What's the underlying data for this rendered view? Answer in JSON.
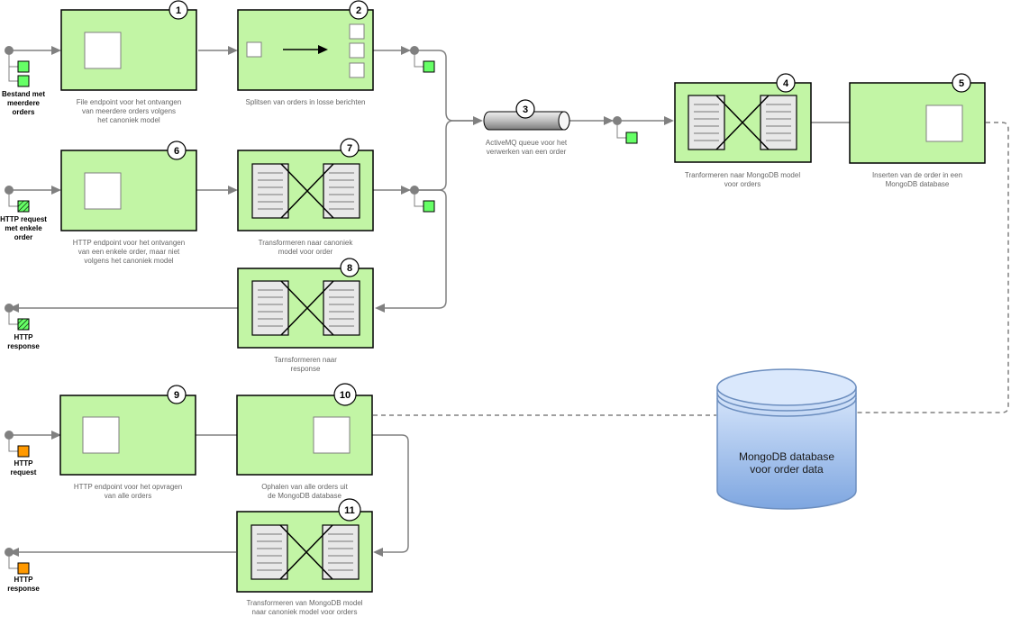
{
  "nodes": [
    {
      "id": "n1",
      "number": "1",
      "caption": [
        "File endpoint voor het ontvangen",
        "van meerdere orders volgens",
        "het canoniek model"
      ]
    },
    {
      "id": "n2",
      "number": "2",
      "caption": [
        "Splitsen van orders in losse berichten"
      ]
    },
    {
      "id": "n3",
      "number": "3",
      "caption": [
        "ActiveMQ queue voor het",
        "verwerken van een order"
      ]
    },
    {
      "id": "n4",
      "number": "4",
      "caption": [
        "Tranformeren naar MongoDB model",
        "voor orders"
      ]
    },
    {
      "id": "n5",
      "number": "5",
      "caption": [
        "Inserten van de order in een",
        "MongoDB database"
      ]
    },
    {
      "id": "n6",
      "number": "6",
      "caption": [
        "HTTP endpoint voor het ontvangen",
        "van een enkele order, maar niet",
        "volgens het canoniek model"
      ]
    },
    {
      "id": "n7",
      "number": "7",
      "caption": [
        "Transformeren naar canoniek",
        "model voor order"
      ]
    },
    {
      "id": "n8",
      "number": "8",
      "caption": [
        "Tarnsformeren naar",
        "response"
      ]
    },
    {
      "id": "n9",
      "number": "9",
      "caption": [
        "HTTP endpoint voor het opvragen",
        "van alle orders"
      ]
    },
    {
      "id": "n10",
      "number": "10",
      "caption": [
        "Ophalen van alle orders uit",
        "de MongoDB database"
      ]
    },
    {
      "id": "n11",
      "number": "11",
      "caption": [
        "Transformeren van MongoDB model",
        "naar canoniek model voor orders"
      ]
    }
  ],
  "endpoints": [
    {
      "id": "e1",
      "label": [
        "Bestand met",
        "meerdere",
        "orders"
      ]
    },
    {
      "id": "e2",
      "label": [
        "HTTP request",
        "met  enkele",
        "order"
      ]
    },
    {
      "id": "e3",
      "label": [
        "HTTP",
        "response"
      ]
    },
    {
      "id": "e4",
      "label": [
        "HTTP",
        "request"
      ]
    },
    {
      "id": "e5",
      "label": [
        "HTTP",
        "response"
      ]
    }
  ],
  "database": {
    "label": [
      "MongoDB database",
      "voor order data"
    ]
  },
  "colors": {
    "box": "#c2f5a5",
    "message": "#66ff66",
    "http": "#ff9900",
    "database": "#7ea6e0",
    "flow": "#808080"
  }
}
